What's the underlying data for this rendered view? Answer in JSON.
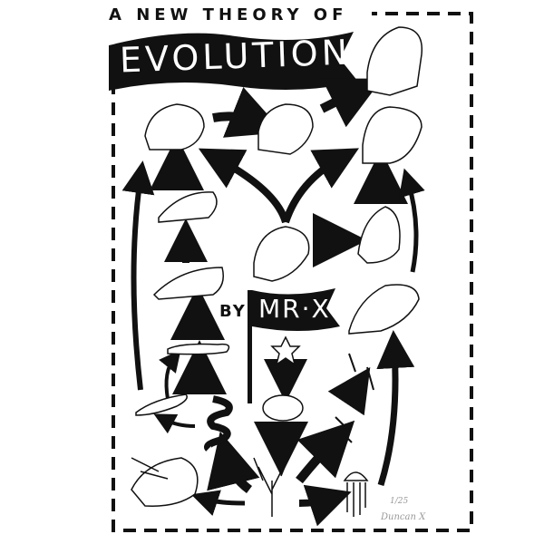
{
  "poster": {
    "subtitle": "A NEW THEORY OF",
    "title": "EVOLUTION",
    "byline_prefix": "BY",
    "author": "MR·X",
    "edition": "1/25",
    "signature": "Duncan X"
  },
  "colors": {
    "ink": "#111111",
    "paper": "#ffffff",
    "pencil": "#999999"
  },
  "illustrations": [
    {
      "name": "gorilla-skull-top-right",
      "label": "ape skull"
    },
    {
      "name": "primate-skull-top-left",
      "label": "primate skull"
    },
    {
      "name": "chimp-skull-top-middle",
      "label": "chimp skull"
    },
    {
      "name": "gorilla-skull-right",
      "label": "gorilla skull"
    },
    {
      "name": "mammal-skull-left",
      "label": "small mammal skull"
    },
    {
      "name": "hominid-skull-center",
      "label": "hominid skull"
    },
    {
      "name": "ape-skull-right-middle",
      "label": "ape skull"
    },
    {
      "name": "reptile-skull-left",
      "label": "reptile skull"
    },
    {
      "name": "elongated-skull-right",
      "label": "elongated skull"
    },
    {
      "name": "amphibian-left",
      "label": "salamander"
    },
    {
      "name": "starfish-center",
      "label": "amoeba"
    },
    {
      "name": "shrimp-right",
      "label": "crustaceans"
    },
    {
      "name": "fish-left",
      "label": "eel fish"
    },
    {
      "name": "worm-center-left",
      "label": "segmented worm"
    },
    {
      "name": "cell-center",
      "label": "cell"
    },
    {
      "name": "insects-right",
      "label": "insect larvae"
    },
    {
      "name": "triceratops-bottom-left",
      "label": "triceratops"
    },
    {
      "name": "seaweed-bottom-center",
      "label": "seaweed"
    },
    {
      "name": "jellyfish-bottom-right",
      "label": "jellyfish"
    }
  ]
}
